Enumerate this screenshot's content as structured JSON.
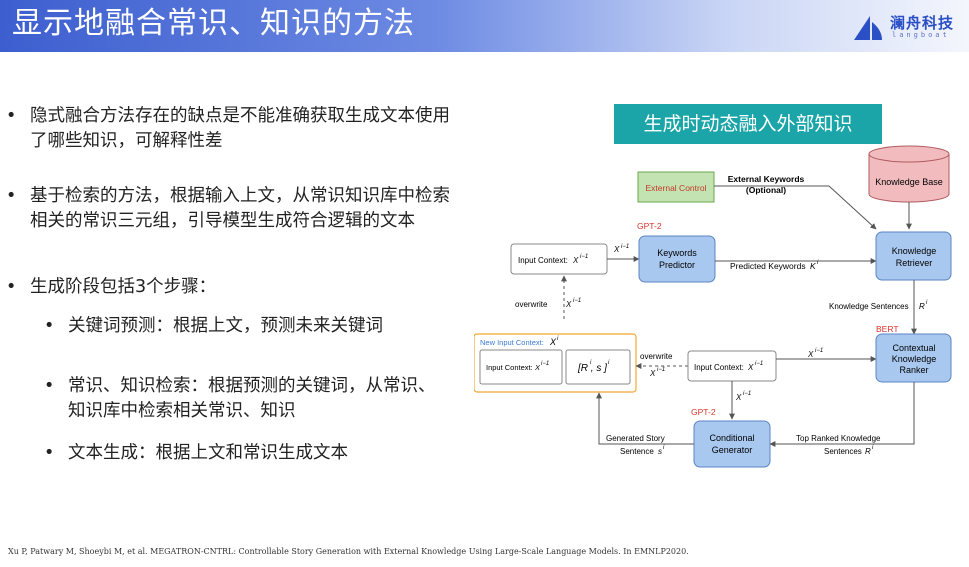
{
  "header": {
    "title": "显示地融合常识、知识的方法",
    "logo_cn": "澜舟科技",
    "logo_en": "langboat"
  },
  "bullets": [
    "隐式融合方法存在的缺点是不能准确获取生成文本使用了哪些知识，可解释性差",
    "基于检索的方法，根据输入上文，从常识知识库中检索相关的常识三元组，引导模型生成符合逻辑的文本",
    "生成阶段包括3个步骤："
  ],
  "sub_bullets": [
    "关键词预测：根据上文，预测未来关键词",
    "常识、知识检索：根据预测的关键词，从常识、知识库中检索相关常识、知识",
    "文本生成：根据上文和常识生成文本"
  ],
  "diagram": {
    "title": "生成时动态融入外部知识",
    "external_control": "External Control",
    "external_keywords": "External Keywords",
    "optional": "(Optional)",
    "knowledge_base": "Knowledge Base",
    "gpt2_top": "GPT-2",
    "gpt2_bottom": "GPT-2",
    "bert": "BERT",
    "input_context": "Input Context:",
    "keywords_predictor_1": "Keywords",
    "keywords_predictor_2": "Predictor",
    "predicted_keywords": "Predicted Keywords",
    "knowledge_retriever_1": "Knowledge",
    "knowledge_retriever_2": "Retriever",
    "knowledge_sentences": "Knowledge Sentences",
    "overwrite_1": "overwrite",
    "overwrite_2": "overwrite",
    "new_input_context": "New Input Context:",
    "contextual_ranker_1": "Contextual",
    "contextual_ranker_2": "Knowledge",
    "contextual_ranker_3": "Ranker",
    "conditional_generator_1": "Conditional",
    "conditional_generator_2": "Generator",
    "generated_story_1": "Generated Story",
    "generated_story_2": "Sentence",
    "top_ranked_1": "Top Ranked Knowledge",
    "top_ranked_2": "Sentences"
  },
  "citation": "Xu P, Patwary M, Shoeybi M, et al. MEGATRON-CNTRL: Controllable Story Generation with External Knowledge Using Large-Scale Language Models. In EMNLP2020.",
  "colors": {
    "header_start": "#3d5ecf",
    "title_bar": "#1ba5a8",
    "node_blue": "#a9c8ef",
    "node_green": "#c4e3b2",
    "node_pink": "#f2bcbf",
    "model_red": "#d9342b",
    "highlight_orange": "#f0a830"
  }
}
